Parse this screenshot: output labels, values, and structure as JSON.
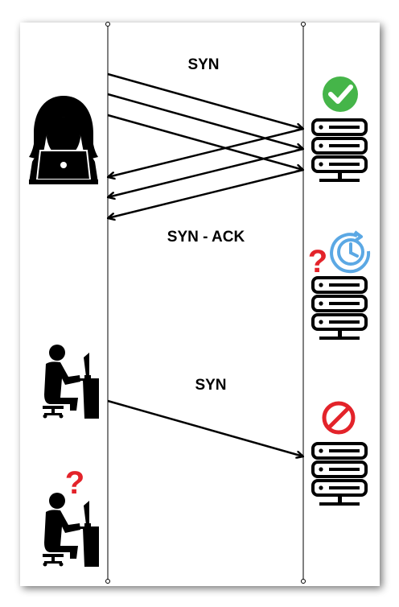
{
  "labels": {
    "syn_top": "SYN",
    "syn_ack": "SYN - ACK",
    "syn_bottom": "SYN"
  },
  "marks": {
    "question": "?"
  },
  "colors": {
    "check": "#45b549",
    "question": "#e3232a",
    "clock": "#5ba8e4",
    "block": "#e3232a",
    "ink": "#000000"
  },
  "icons": [
    "hacker-icon",
    "server-icon",
    "checkmark-icon",
    "question-icon",
    "clock-icon",
    "user-at-desk-icon",
    "no-entry-icon"
  ]
}
